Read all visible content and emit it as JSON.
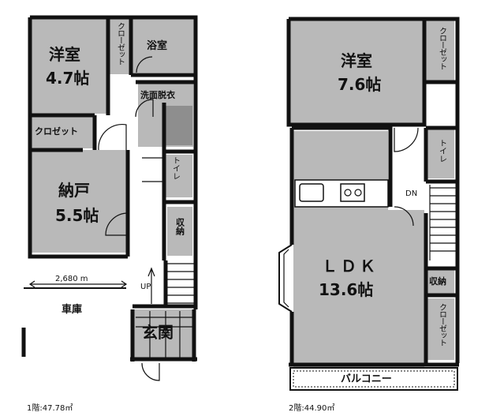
{
  "floor1": {
    "bedroom": {
      "name": "洋室",
      "size": "4.7帖"
    },
    "closet_small": "クローゼット",
    "bath": "浴室",
    "washroom": "洗面脱衣",
    "closet": "クロゼット",
    "storeroom": {
      "name": "納戸",
      "size": "5.5帖"
    },
    "toilet": "トイレ",
    "storage": "収納",
    "dimension": "2,680 m",
    "garage": "車庫",
    "stairs_up": "UP",
    "entrance": "玄関",
    "area": "1階:47.78㎡"
  },
  "floor2": {
    "bedroom": {
      "name": "洋室",
      "size": "7.6帖"
    },
    "closet_top": "クローゼット",
    "toilet": "トイレ",
    "stairs_down": "DN",
    "ldk": {
      "name": "ＬＤＫ",
      "size": "13.6帖"
    },
    "storage": "収納",
    "closet_bottom": "クローゼット",
    "balcony": "バルコニー",
    "area": "2階:44.90㎡"
  }
}
